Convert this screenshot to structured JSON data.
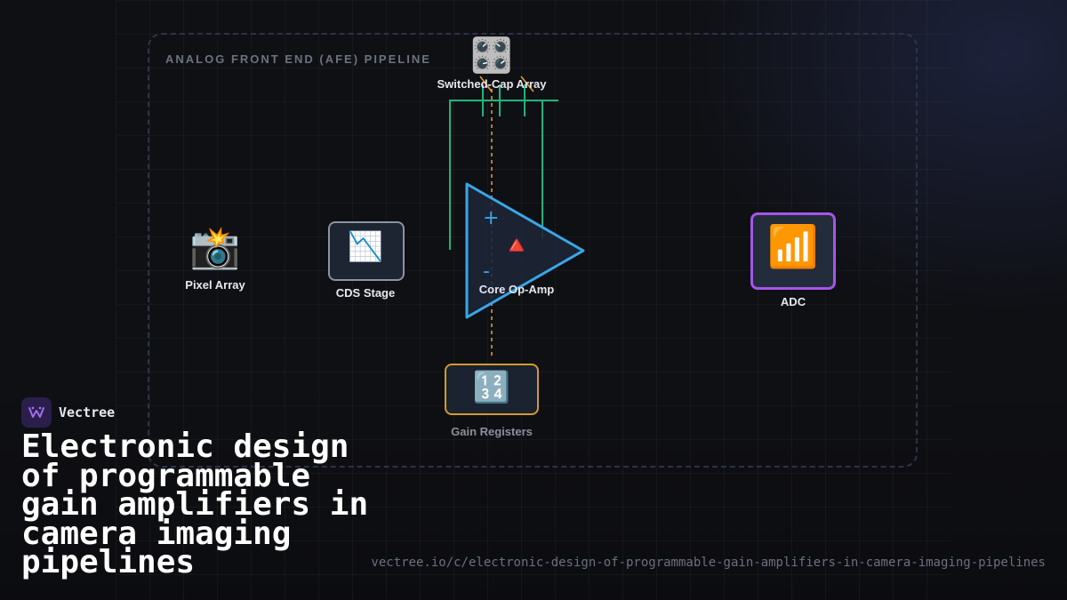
{
  "diagram": {
    "section_title": "ANALOG FRONT END (AFE) PIPELINE",
    "nodes": {
      "pixel_array": {
        "label": "Pixel Array",
        "icon": "camera-flash-icon",
        "glyph": "📸"
      },
      "cds_stage": {
        "label": "CDS Stage",
        "icon": "chart-decreasing-icon",
        "glyph": "📉"
      },
      "core_opamp": {
        "label": "Core Op-Amp",
        "icon": "red-triangle-icon",
        "glyph": "🔺",
        "plus": "+",
        "minus": "-"
      },
      "switched_cap": {
        "label": "Switched-Cap Array",
        "icon": "control-knobs-icon",
        "glyph": "🎛️"
      },
      "gain_registers": {
        "label": "Gain Registers",
        "icon": "input-numbers-icon",
        "glyph": "🔢"
      },
      "adc": {
        "label": "ADC",
        "icon": "signal-bars-icon",
        "glyph": "📶"
      }
    },
    "colors": {
      "opamp_outline": "#39a7e8",
      "feedback_wire": "#1fb57a",
      "control_wire": "#e8a030",
      "adc_border": "#a456e8",
      "gain_border": "#d39a2b"
    }
  },
  "brand": {
    "name": "Vectree"
  },
  "headline": "Electronic design of programmable gain amplifiers in camera imaging pipelines",
  "url": "vectree.io/c/electronic-design-of-programmable-gain-amplifiers-in-camera-imaging-pipelines"
}
